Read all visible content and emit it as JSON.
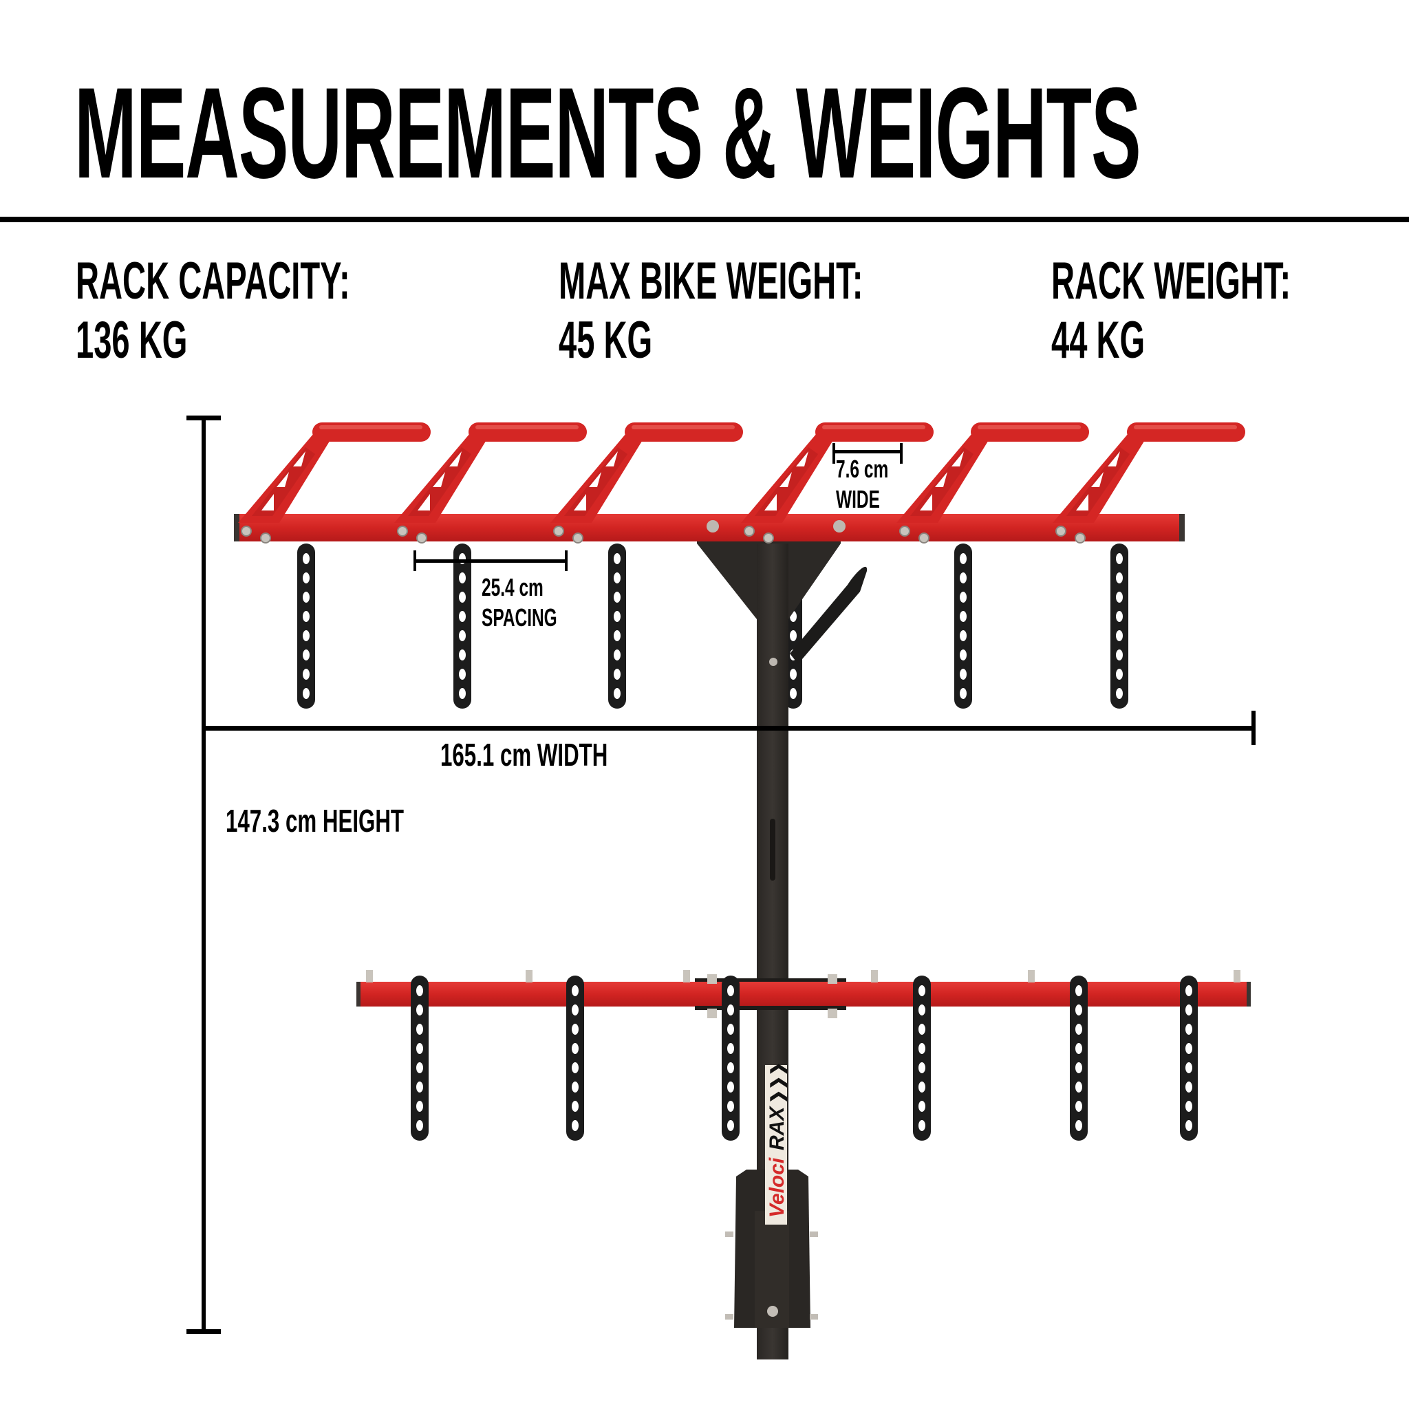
{
  "header": {
    "title": "MEASUREMENTS & WEIGHTS"
  },
  "specs": [
    {
      "label": "RACK CAPACITY:",
      "value": "136 KG"
    },
    {
      "label": "MAX BIKE WEIGHT:",
      "value": "45 KG"
    },
    {
      "label": "RACK WEIGHT:",
      "value": "44 KG"
    }
  ],
  "dimensions": {
    "arm_width": {
      "value": "7.6 cm",
      "label": "WIDE"
    },
    "arm_spacing": {
      "value": "25.4 cm",
      "label": "SPACING"
    },
    "overall_width": "165.1 cm WIDTH",
    "overall_height": "147.3 cm HEIGHT"
  },
  "brand": {
    "logo_part1": "Veloci",
    "logo_part2": "RAX"
  },
  "colors": {
    "rack_red": "#d32424",
    "frame_black": "#2b2825",
    "dimension_line": "#000000"
  }
}
